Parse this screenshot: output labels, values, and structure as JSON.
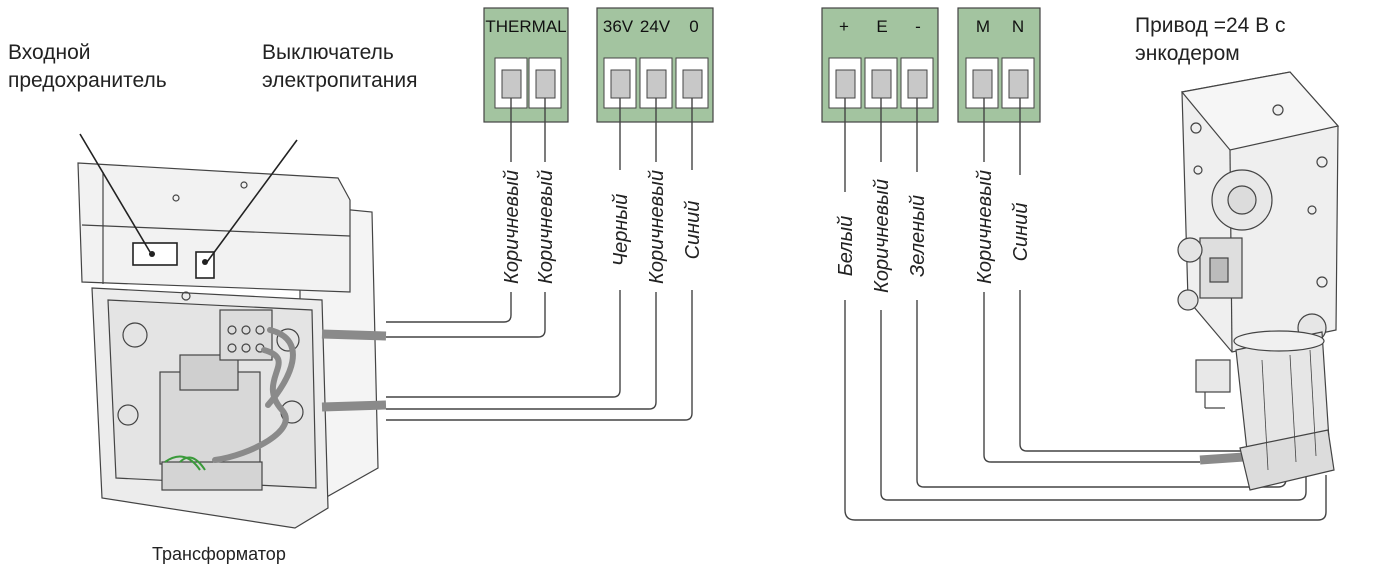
{
  "labels": {
    "input_fuse": [
      "Входной",
      "предохранитель"
    ],
    "power_switch": [
      "Выключатель",
      "электропитания"
    ],
    "transformer": "Трансформатор",
    "motor": [
      "Привод =24 В с",
      "энкодером"
    ]
  },
  "terminal_blocks": [
    {
      "id": "thermal",
      "header": [
        "THERMAL"
      ],
      "wires": [
        "Коричневый",
        "Коричневый"
      ]
    },
    {
      "id": "power",
      "header": [
        "36V",
        "24V",
        "0"
      ],
      "wires": [
        "Черный",
        "Коричневый",
        "Синий"
      ]
    },
    {
      "id": "encoder",
      "header": [
        "+",
        "E",
        "-"
      ],
      "wires": [
        "Белый",
        "Коричневый",
        "Зеленый"
      ]
    },
    {
      "id": "motor",
      "header": [
        "M",
        "N"
      ],
      "wires": [
        "Коричневый",
        "Синий"
      ]
    }
  ],
  "colors": {
    "terminal_fill": "#a3c4a0",
    "cable": "#8a8a8a",
    "line": "#444444",
    "device_fill": "#efefef",
    "ground_wire": "#3a9a3a"
  }
}
